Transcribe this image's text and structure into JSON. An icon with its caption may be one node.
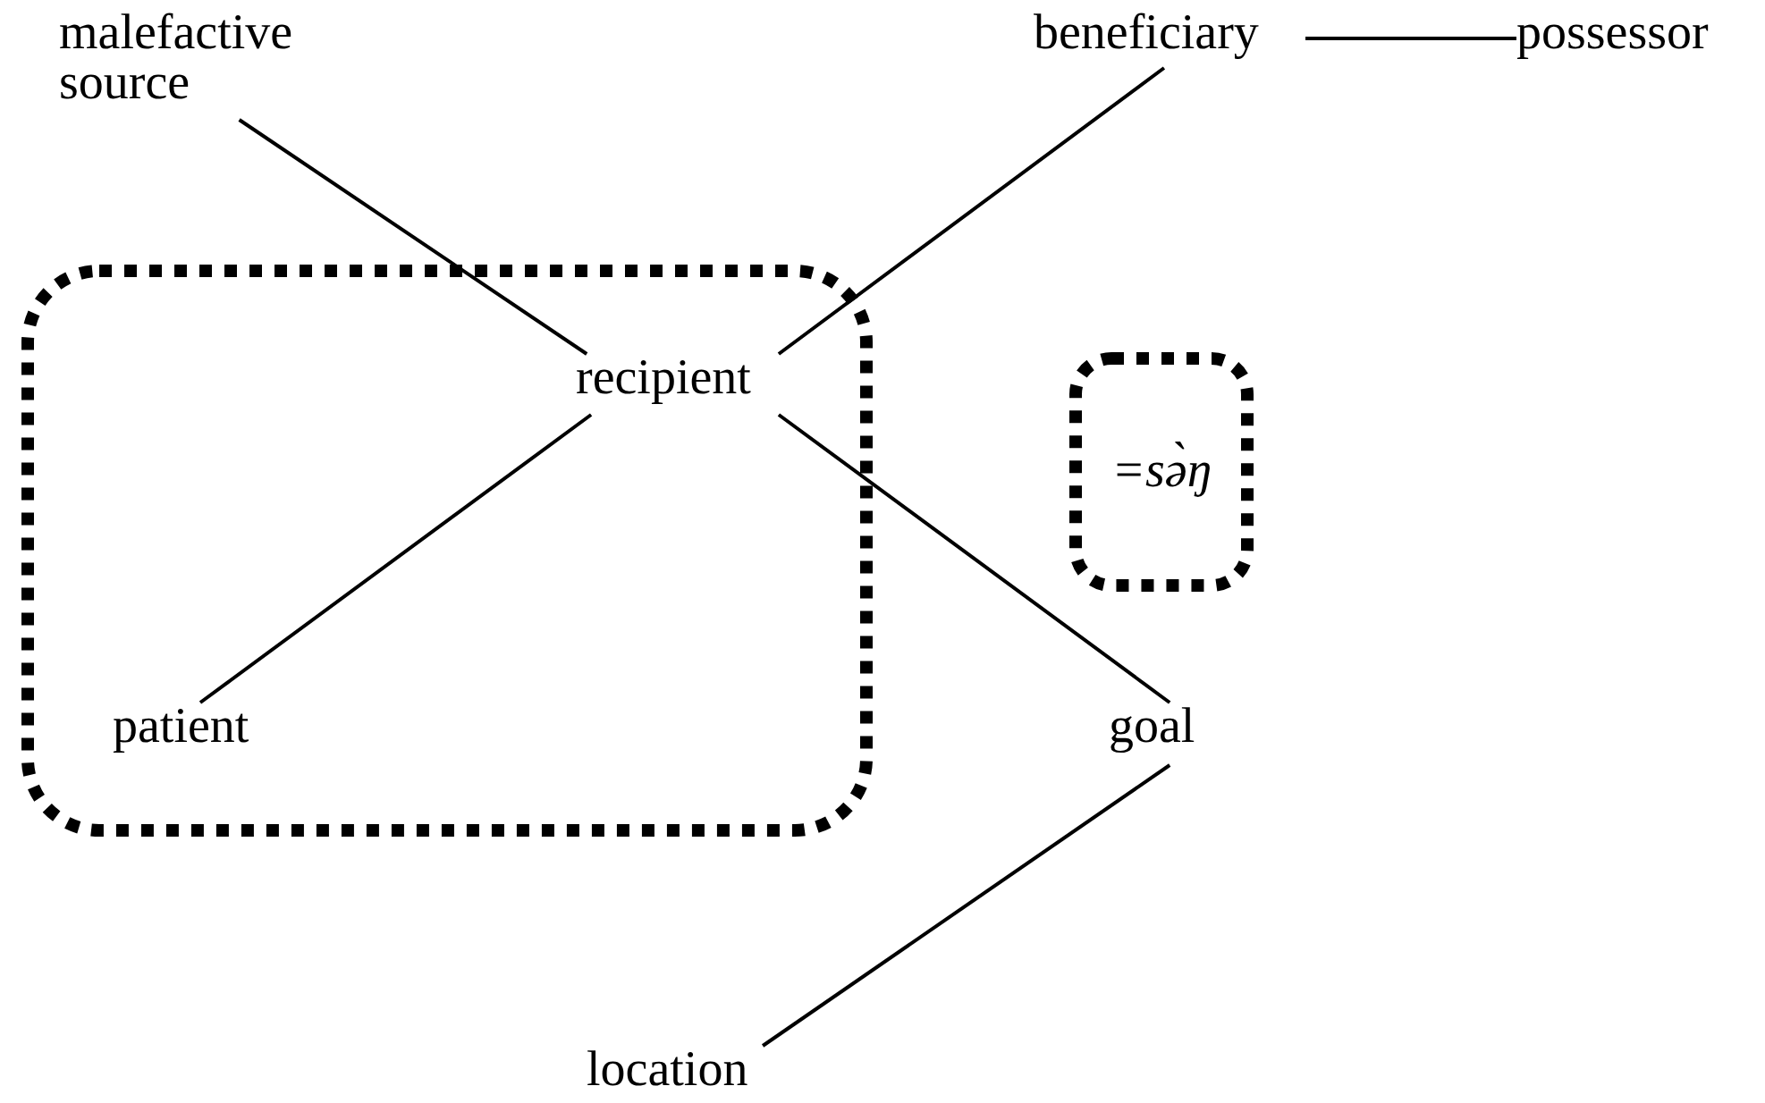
{
  "diagram": {
    "nodes": [
      {
        "text": [
          "malefactive source"
        ]
      },
      {
        "text": [
          "beneficiary"
        ]
      },
      {
        "text": [
          "possessor"
        ]
      },
      {
        "text": [],
        "shape": "box"
      },
      {
        "text": [
          "recipient"
        ],
        "in": 3
      },
      {
        "text": [
          "patient"
        ],
        "in": 3
      },
      {
        "text": [
          "=sə̀ŋ"
        ]
      },
      {
        "text": [
          "goal"
        ]
      },
      {
        "text": [
          "location"
        ]
      }
    ],
    "edges": [
      {
        "from": 0,
        "to": 4,
        "arrow": "none"
      },
      {
        "from": 1,
        "to": 4,
        "arrow": "none"
      },
      {
        "from": 1,
        "to": 2,
        "arrow": "none"
      },
      {
        "from": 4,
        "to": 5,
        "arrow": "none"
      },
      {
        "from": 4,
        "to": 7,
        "arrow": "none"
      },
      {
        "from": 7,
        "to": 8,
        "arrow": "none"
      }
    ]
  }
}
